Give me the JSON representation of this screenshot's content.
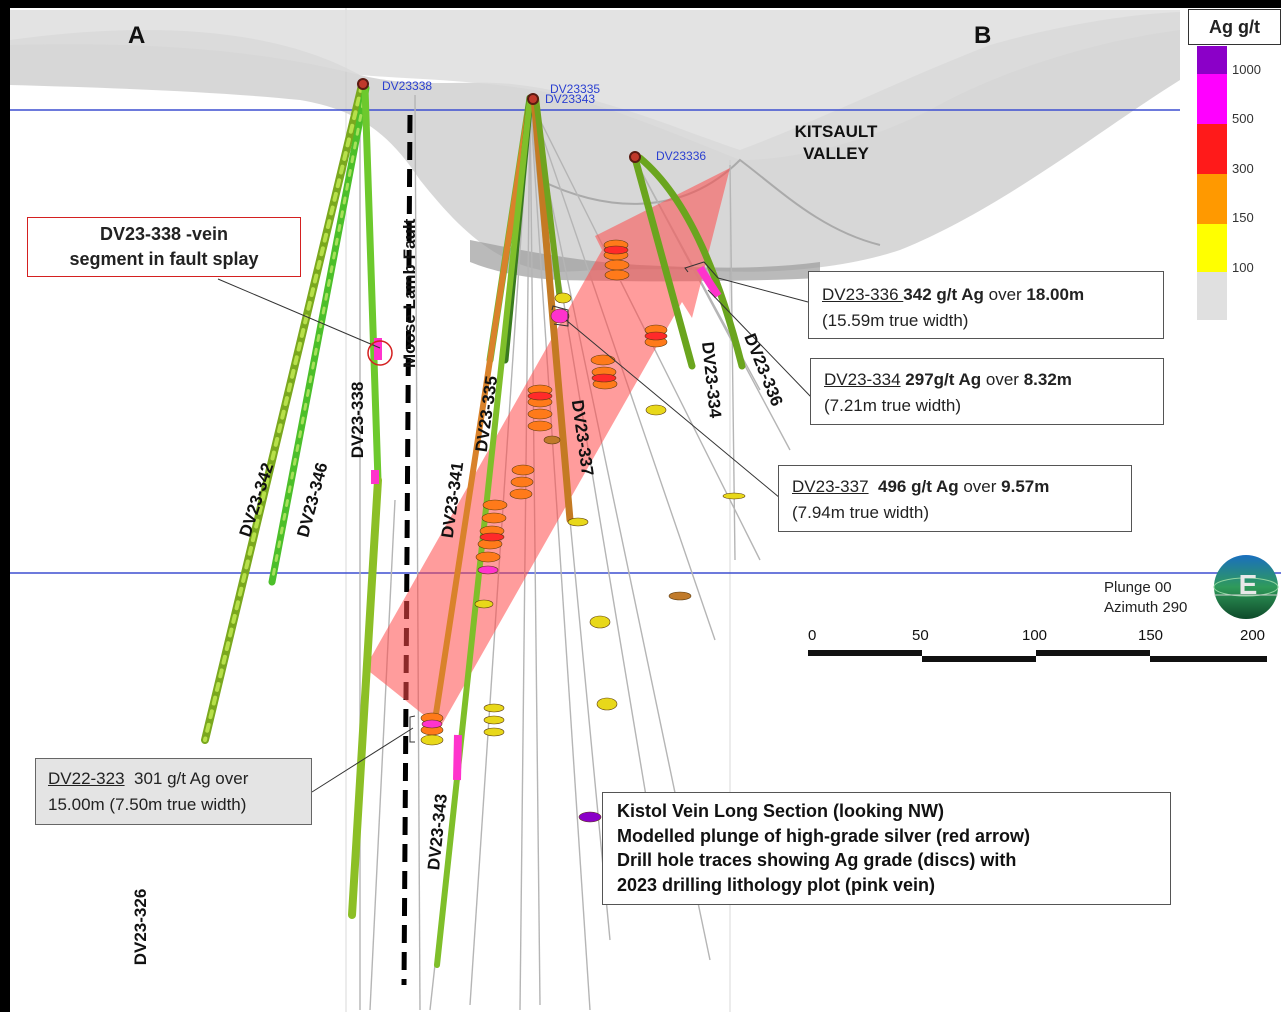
{
  "section": {
    "left_label": "A",
    "right_label": "B",
    "valley_line1": "KITSAULT",
    "valley_line2": "VALLEY",
    "fault_label": "Moose Lamb Fault"
  },
  "collars": {
    "dv23338": "DV23338",
    "dv23335": "DV23335",
    "dv23343": "DV23343",
    "dv23336": "DV23336"
  },
  "holes": {
    "dv23_342": "DV23-342",
    "dv23_346": "DV23-346",
    "dv23_338": "DV23-338",
    "dv23_341": "DV23-341",
    "dv23_335": "DV23-335",
    "dv23_337": "DV23-337",
    "dv23_334": "DV23-334",
    "dv23_336": "DV23-336",
    "dv23_343": "DV23-343",
    "dv23_326": "DV23-326"
  },
  "callouts": {
    "fault_splay": {
      "line1": "DV23-338 -vein",
      "line2": "segment in fault splay"
    },
    "dv23_336": {
      "hole": "DV23-336 ",
      "grade": "342 g/t Ag",
      "over": " over ",
      "length": "18.00m",
      "width": "(15.59m true width)"
    },
    "dv23_334": {
      "hole": "DV23-334",
      "grade": " 297g/t Ag",
      "over": " over ",
      "length": "8.32m",
      "width": "(7.21m true width)"
    },
    "dv23_337": {
      "hole": "DV23-337",
      "grade": "  496 g/t Ag",
      "over": " over ",
      "length": "9.57m",
      "width": "(7.94m true width)"
    },
    "dv22_323": {
      "hole": "DV22-323",
      "line1_rest": "  301 g/t Ag over",
      "line2": "15.00m (7.50m true width)"
    }
  },
  "caption": {
    "line1": "Kistol Vein Long Section (looking NW)",
    "line2": "Modelled plunge of high-grade silver (red arrow)",
    "line3": "Drill hole traces showing Ag grade (discs) with",
    "line4": "2023 drilling lithology plot (pink vein)"
  },
  "legend": {
    "title": "Ag g/t",
    "items": [
      {
        "label": "1000",
        "color": "#8b00c8"
      },
      {
        "label": "500",
        "color": "#ff00ff"
      },
      {
        "label": "300",
        "color": "#ff1a1a"
      },
      {
        "label": "150",
        "color": "#ff9900"
      },
      {
        "label": "100",
        "color": "#ffff00"
      },
      {
        "label": "",
        "color": "#e0e0e0"
      }
    ]
  },
  "orientation": {
    "plunge": "Plunge 00",
    "azimuth": "Azimuth 290",
    "compass_letter": "E"
  },
  "scale": {
    "ticks": [
      "0",
      "50",
      "100",
      "150",
      "200"
    ]
  },
  "colors": {
    "vein_arrow": "#ff4a4a",
    "drill_trace": "#9ccc2e",
    "reference_line": "#3d4fd0"
  }
}
